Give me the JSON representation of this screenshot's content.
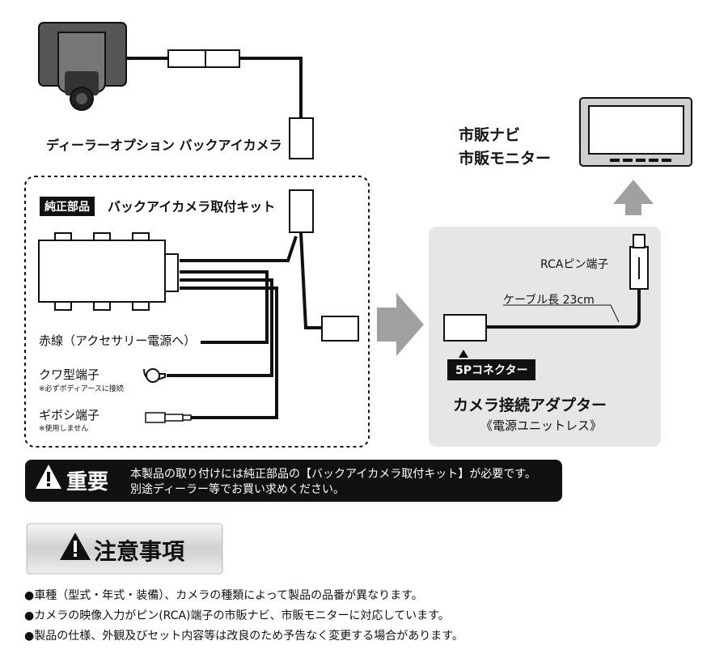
{
  "camera": {
    "label": "ディーラーオプション バックアイカメラ"
  },
  "kit": {
    "tag": "純正部品",
    "title": "バックアイカメラ取付キット"
  },
  "wires": {
    "red": "赤線（アクセサリー電源へ）",
    "kuwa": "クワ型端子",
    "kuwa_note": "※必ずボディアースに接続",
    "giboshi": "ギボシ端子",
    "giboshi_note": "※使用しません"
  },
  "nav": {
    "line1": "市販ナビ",
    "line2": "市販モニター"
  },
  "adapter": {
    "rca_label": "RCAピン端子",
    "cable_label": "ケーブル長 23cm",
    "connector_label": "5Pコネクター",
    "title": "カメラ接続アダプター",
    "subtitle": "《電源ユニットレス》"
  },
  "important": {
    "heading": "重要",
    "line1": "本製品の取り付けには純正部品の【バックアイカメラ取付キット】が必要です。",
    "line2": "別途ディーラー等でお買い求めください。"
  },
  "notes": {
    "title": "注意事項",
    "items": [
      "●車種（型式・年式・装備）、カメラの種類によって製品の品番が異なります。",
      "●カメラの映像入力がピン(RCA)端子の市販ナビ、市販モニターに対応しています。",
      "●製品の仕様、外観及びセット内容等は改良のため予告なく変更する場合があります。"
    ]
  },
  "colors": {
    "dark": "#111111",
    "panel": "#e6e6e6",
    "arrow": "#a0a0a0",
    "notes_bg": "#d8d8d8"
  }
}
